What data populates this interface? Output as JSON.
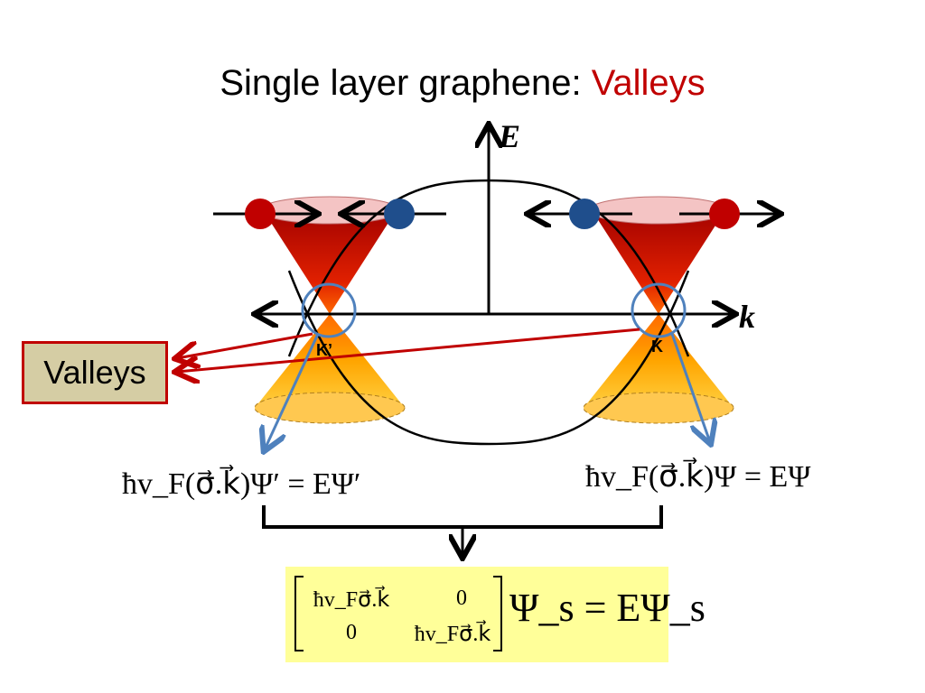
{
  "title": {
    "main": "Single layer graphene: ",
    "accent": "Valleys"
  },
  "axes": {
    "energy_label": "E",
    "momentum_label": "k"
  },
  "points": {
    "k_prime": "K’",
    "k": "K"
  },
  "callout": {
    "label": "Valleys"
  },
  "equations": {
    "left": "ħv_F(σ⃗.k⃗)Ψ′ = EΨ′",
    "right": "ħv_F(σ⃗.k⃗)Ψ = EΨ"
  },
  "matrix": {
    "c11": "ħv_Fσ⃗.k⃗",
    "c12": "0",
    "c21": "0",
    "c22": "ħv_Fσ⃗.k⃗",
    "rhs": "Ψ_s = EΨ_s"
  },
  "colors": {
    "accent": "#c00000",
    "callout_bg": "#d5cda4",
    "matrix_bg": "#ffff99",
    "electron_red": "#c00000",
    "electron_blue": "#1f4e8c",
    "arrow_blue": "#4f81bd"
  }
}
